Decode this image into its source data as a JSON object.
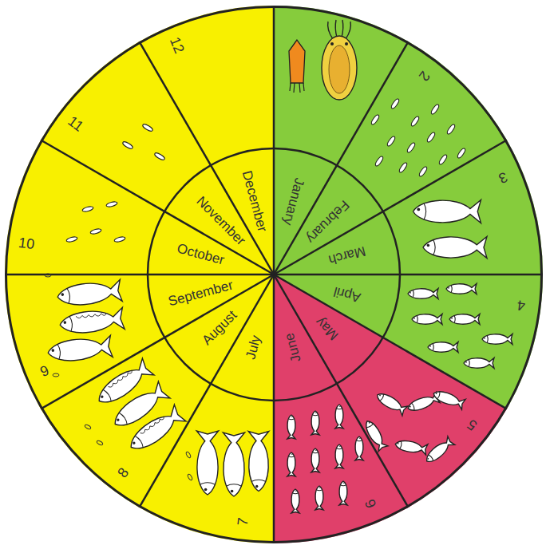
{
  "diagram": {
    "nodes": [
      {
        "text": [
          "January"
        ]
      },
      {
        "text": [
          "February"
        ]
      },
      {
        "text": [
          "2"
        ]
      },
      {
        "text": [
          "March"
        ]
      },
      {
        "text": [
          "3"
        ]
      },
      {
        "text": [
          "April"
        ]
      },
      {
        "text": [
          "4"
        ]
      },
      {
        "text": [
          "May"
        ]
      },
      {
        "text": [
          "5"
        ]
      },
      {
        "text": [
          "June"
        ]
      },
      {
        "text": [
          "6"
        ]
      },
      {
        "text": [
          "July"
        ]
      },
      {
        "text": [
          "7"
        ]
      },
      {
        "text": [
          "August"
        ]
      },
      {
        "text": [
          "8"
        ]
      },
      {
        "text": [
          "September"
        ]
      },
      {
        "text": [
          "9"
        ]
      },
      {
        "text": [
          "October"
        ]
      },
      {
        "text": [
          "10"
        ]
      },
      {
        "text": [
          "November"
        ]
      },
      {
        "text": [
          "11"
        ]
      },
      {
        "text": [
          "December"
        ]
      },
      {
        "text": [
          "12"
        ]
      }
    ]
  }
}
